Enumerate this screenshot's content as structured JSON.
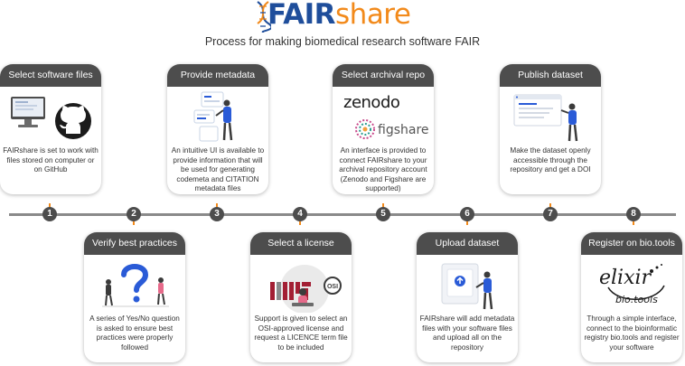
{
  "header": {
    "logo_part1": "FAIR",
    "logo_part2": "share",
    "subtitle": "Process for making biomedical research software FAIR"
  },
  "steps": [
    {
      "number": "1",
      "title": "Select software files",
      "description": "FAIRshare is set to work with files stored on computer or on GitHub",
      "position": "top",
      "icons": [
        "computer-icon",
        "github-icon"
      ]
    },
    {
      "number": "2",
      "title": "Verify best practices",
      "description": "A series of Yes/No question is asked to ensure best practices were properly followed",
      "position": "bottom",
      "icons": [
        "question-mark-illustration"
      ]
    },
    {
      "number": "3",
      "title": "Provide metadata",
      "description": "An intuitive UI is available to provide information that will be used for generating codemeta and CITATION metadata files",
      "position": "top",
      "icons": [
        "metadata-illustration"
      ]
    },
    {
      "number": "4",
      "title": "Select a license",
      "description": "Support is given to select an OSI-approved license and request a LICENCE term file to be included",
      "position": "bottom",
      "icons": [
        "mit-logo",
        "osi-logo"
      ]
    },
    {
      "number": "5",
      "title": "Select archival repo",
      "description": "An interface is provided to connect FAIRshare to your archival repository account (Zenodo and Figshare are supported)",
      "position": "top",
      "logos": {
        "zenodo": "zenodo",
        "figshare": "figshare"
      }
    },
    {
      "number": "6",
      "title": "Upload dataset",
      "description": "FAIRshare will add metadata files with your software files and upload all on the repository",
      "position": "bottom",
      "icons": [
        "upload-illustration"
      ]
    },
    {
      "number": "7",
      "title": "Publish dataset",
      "description": "Make the dataset openly accessible through the repository and get a DOI",
      "position": "top",
      "icons": [
        "publish-illustration"
      ]
    },
    {
      "number": "8",
      "title": "Register on bio.tools",
      "description": "Through a simple interface, connect to the bioinformatic registry bio.tools and register your software",
      "position": "bottom",
      "logos": {
        "elixir": "elixir",
        "biotools": "bio.tools"
      }
    }
  ],
  "colors": {
    "accent": "#f28a1b",
    "brand_blue": "#1f4e9b",
    "card_header": "#4d4d4d",
    "timeline": "#8a8a8a"
  }
}
